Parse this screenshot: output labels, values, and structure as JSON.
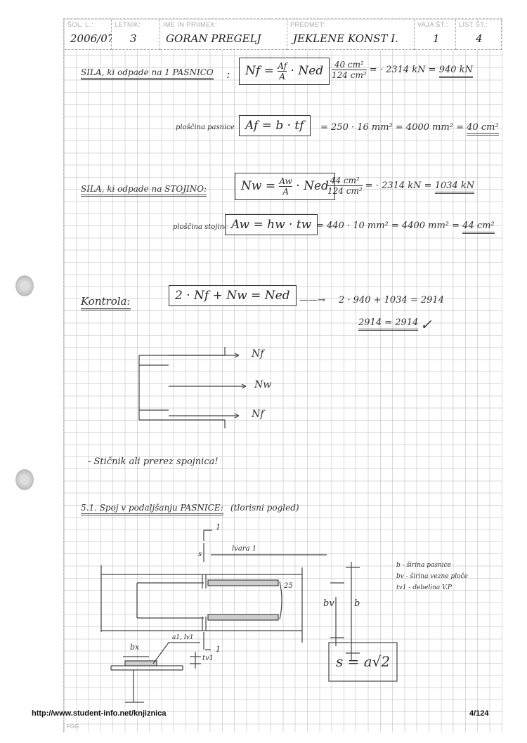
{
  "header": {
    "cells": [
      {
        "label": "ŠOL. L.:",
        "value": "2006/07"
      },
      {
        "label": "LETNIK:",
        "value": "3"
      },
      {
        "label": "IME IN PRIIMEK:",
        "value": "GORAN PREGELJ"
      },
      {
        "label": "PREDMET:",
        "value": "JEKLENE KONST I."
      },
      {
        "label": "VAJA ŠT.:",
        "value": "1"
      },
      {
        "label": "LIST ŠT.:",
        "value": "4"
      }
    ]
  },
  "section1": {
    "heading": "SILA, ki odpade na 1 PASNICO",
    "colon": ":",
    "formula_lhs": "Nf =",
    "formula_num": "Af",
    "formula_den": "A",
    "formula_rhs": "· Ned",
    "calc_num": "40 cm²",
    "calc_den": "124 cm²",
    "calc_rest": "= · 2314 kN = ",
    "result": "940 kN",
    "area_label": "ploščina pasnice",
    "area_formula": "Af = b · tf",
    "area_calc": "= 250 · 16 mm² = 4000 mm² = ",
    "area_result": "40 cm²"
  },
  "section2": {
    "heading": "SILA, ki odpade na STOJINO:",
    "formula_lhs": "Nw =",
    "formula_num": "Aw",
    "formula_den": "A",
    "formula_rhs": "· Ned",
    "calc_num": "44 cm²",
    "calc_den": "124 cm²",
    "calc_rest": "= · 2314 kN = ",
    "result": "1034 kN",
    "area_label": "ploščina stojine",
    "area_formula": "Aw = hw · tw",
    "area_calc": "= 440 · 10 mm² = 4400 mm² = ",
    "area_result": "44 cm²"
  },
  "control": {
    "heading": "Kontrola:",
    "formula": "2 · Nf + Nw = Ned",
    "arrow": "——→",
    "calc": "2 · 940 + 1034 = 2914",
    "check": "2914 = 2914",
    "tick": "✓"
  },
  "diagram1": {
    "labels": [
      "Nf",
      "Nw",
      "Nf"
    ]
  },
  "note": "- Stičnik ali prerez spojnica!",
  "section3": {
    "heading": "5.1. Spoj v podaljšanju PASNICE:",
    "subheading": "(tlorisni pogled)",
    "cut_label": "1",
    "weld_length": "lvara 1",
    "s_label": "s",
    "dim_25": "25",
    "bv": "bv",
    "b": "b",
    "legend": [
      "b - širina pasnice",
      "bv - širina vezne ploče",
      "tv1 - debelina V.P"
    ],
    "bx": "bx",
    "weld_ref": "a1, lv1",
    "tv": "tv1",
    "formula": "s = a√2"
  },
  "footer": {
    "url": "http://www.student-info.net/knjiznica",
    "page": "4/124",
    "org": "FGG"
  }
}
